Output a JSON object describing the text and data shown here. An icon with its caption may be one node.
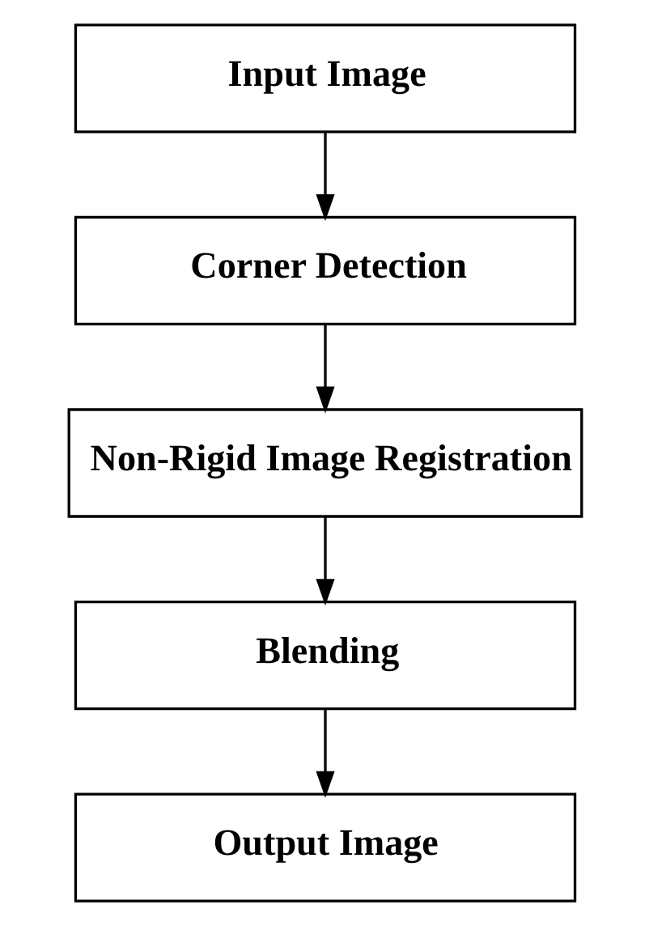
{
  "diagram": {
    "nodes": [
      {
        "text": [
          "Input Image"
        ]
      },
      {
        "text": [
          "Corner Detection"
        ]
      },
      {
        "text": [
          "Non-Rigid Image Registration"
        ]
      },
      {
        "text": [
          "Blending"
        ]
      },
      {
        "text": [
          "Output Image"
        ]
      }
    ],
    "edges": [
      {
        "from": 0,
        "to": 1,
        "arrow": "to"
      },
      {
        "from": 1,
        "to": 2,
        "arrow": "to"
      },
      {
        "from": 2,
        "to": 3,
        "arrow": "to"
      },
      {
        "from": 3,
        "to": 4,
        "arrow": "to"
      }
    ]
  }
}
